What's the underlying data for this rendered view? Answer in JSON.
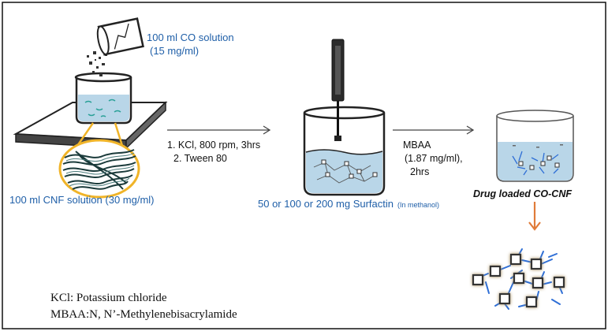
{
  "colors": {
    "label_blue": "#1f5fa8",
    "ellipse_yellow": "#f0b429",
    "arrow_orange": "#e07b39",
    "liquid_blue": "#b9d6e8",
    "fiber_blue": "#2f6fd6"
  },
  "labels": {
    "co_solution_line1": "100 ml CO solution",
    "co_solution_line2": "(15 mg/ml)",
    "cnf_solution": "100 ml CNF solution (30 mg/ml)",
    "step1_line1": "1. KCl, 800 rpm, 3hrs",
    "step1_line2": "2. Tween 80",
    "surfactin_main": "50 or 100 or 200 mg Surfactin",
    "surfactin_sub": "(In methanol)",
    "mbaa_line1": "MBAA",
    "mbaa_line2": "(1.87 mg/ml),",
    "mbaa_line3": "2hrs",
    "drug_loaded": "Drug loaded CO-CNF"
  },
  "legend": {
    "line1": "KCl: Potassium chloride",
    "line2": "MBAA:N, N’-Methylenebisacrylamide"
  }
}
